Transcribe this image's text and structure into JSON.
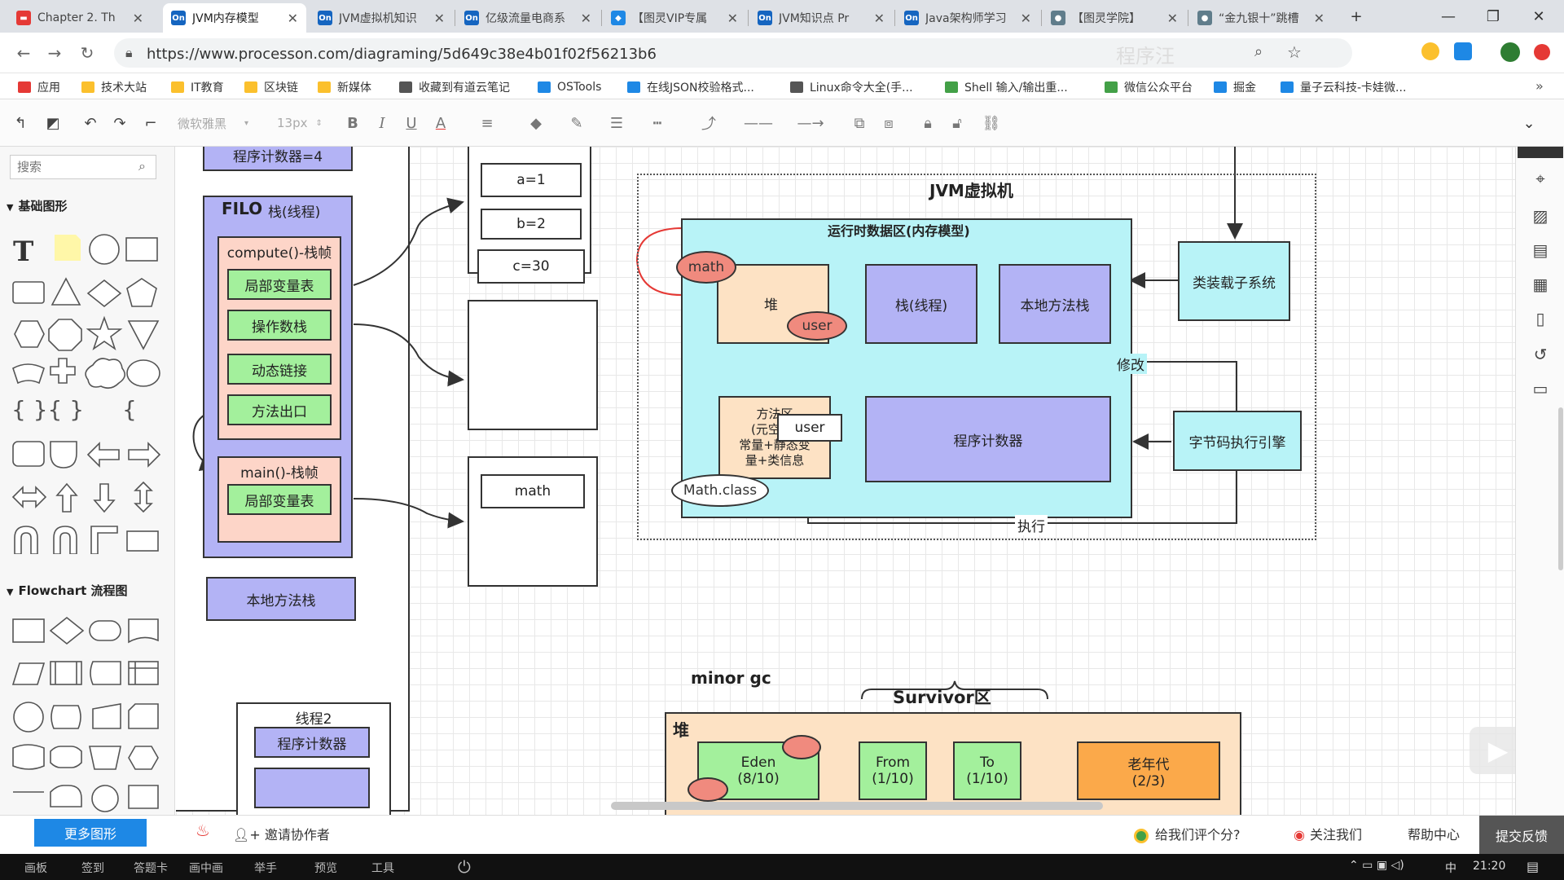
{
  "tabs": [
    {
      "label": "Chapter 2. Th",
      "icon_color": "#e53935",
      "icon_text": "▬"
    },
    {
      "label": "JVM内存模型",
      "icon_color": "#1565c0",
      "icon_text": "On",
      "active": true
    },
    {
      "label": "JVM虚拟机知识",
      "icon_color": "#1565c0",
      "icon_text": "On"
    },
    {
      "label": "亿级流量电商系",
      "icon_color": "#1565c0",
      "icon_text": "On"
    },
    {
      "label": "【图灵VIP专属",
      "icon_color": "#1e88e5",
      "icon_text": "◆"
    },
    {
      "label": "JVM知识点 Pr",
      "icon_color": "#1565c0",
      "icon_text": "On"
    },
    {
      "label": "Java架构师学习",
      "icon_color": "#1565c0",
      "icon_text": "On"
    },
    {
      "label": "【图灵学院】",
      "icon_color": "#607d8b",
      "icon_text": "●"
    },
    {
      "label": "“金九银十”跳槽",
      "icon_color": "#607d8b",
      "icon_text": "●"
    }
  ],
  "window": {
    "new_tab": "+",
    "minimize": "—",
    "restore": "❐",
    "close": "✕"
  },
  "address": {
    "url": "https://www.processon.com/diagraming/5d649c38e4b01f02f56213b6",
    "watermark": "程序汪"
  },
  "bookmarks": [
    {
      "label": "应用",
      "color": "#e53935"
    },
    {
      "label": "技术大站",
      "color": "#fbc02d"
    },
    {
      "label": "IT教育",
      "color": "#fbc02d"
    },
    {
      "label": "区块链",
      "color": "#fbc02d"
    },
    {
      "label": "新媒体",
      "color": "#fbc02d"
    },
    {
      "label": "收藏到有道云笔记",
      "color": "#555"
    },
    {
      "label": "OSTools",
      "color": "#1e88e5"
    },
    {
      "label": "在线JSON校验格式...",
      "color": "#1e88e5"
    },
    {
      "label": "Linux命令大全(手...",
      "color": "#555"
    },
    {
      "label": "Shell 输入/输出重...",
      "color": "#43a047"
    },
    {
      "label": "微信公众平台",
      "color": "#43a047"
    },
    {
      "label": "掘金",
      "color": "#1e88e5"
    },
    {
      "label": "量子云科技-卡娃微...",
      "color": "#1e88e5"
    }
  ],
  "toolbar": {
    "font_family": "微软雅黑",
    "font_size": "13px",
    "bold": "B",
    "italic": "I",
    "underline": "U",
    "font_color": "A"
  },
  "leftpanel": {
    "search_placeholder": "搜索",
    "section_basic": "基础图形",
    "section_flowchart": "Flowchart 流程图",
    "more_shapes": "更多图形"
  },
  "diagram": {
    "pc_top": "程序计数器=4",
    "filo": "FILO",
    "stack_thread": "栈(线程)",
    "compute_frame": "compute()-栈帧",
    "local_vars": "局部变量表",
    "operand_stack": "操作数栈",
    "dynamic_link": "动态链接",
    "method_exit": "方法出口",
    "main_frame": "main()-栈帧",
    "local_vars2": "局部变量表",
    "native_stack_left": "本地方法栈",
    "a1": "a=1",
    "b2": "b=2",
    "c30": "c=30",
    "math_box": "math",
    "thread2": "线程2",
    "pc_thread2": "程序计数器",
    "jvm_title": "JVM虚拟机",
    "runtime_title": "运行时数据区(内存模型)",
    "heap": "堆",
    "math_ellipse": "math",
    "user_ellipse": "user",
    "stack_box": "栈(线程)",
    "native_stack": "本地方法栈",
    "classloader": "类装载子系统",
    "modify": "修改",
    "method_area_l1": "方法区",
    "method_area_l2": "(元空",
    "method_area_l3": "常量+静态变",
    "method_area_l4": "量+类信息",
    "user_box": "user",
    "mathclass": "Math.class",
    "pc_box": "程序计数器",
    "bytecode_engine": "字节码执行引擎",
    "execute": "执行",
    "minor_gc": "minor gc",
    "survivor": "Survivor区",
    "heap2": "堆",
    "eden_l1": "Eden",
    "eden_l2": "(8/10)",
    "from_l1": "From",
    "from_l2": "(1/10)",
    "to_l1": "To",
    "to_l2": "(1/10)",
    "old_l1": "老年代",
    "old_l2": "(2/3)"
  },
  "bottombar": {
    "invite": "邀请协作者",
    "rate": "给我们评个分?",
    "follow": "关注我们",
    "help": "帮助中心",
    "feedback": "提交反馈"
  },
  "taskbar": {
    "items": [
      "画板",
      "签到",
      "答题卡",
      "画中画",
      "举手",
      "预览",
      "工具"
    ],
    "ime": "中",
    "time": "21:20"
  }
}
